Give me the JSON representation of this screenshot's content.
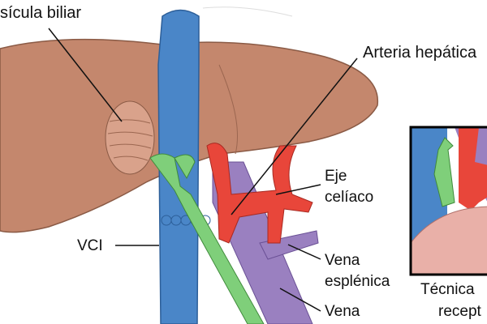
{
  "labels": {
    "gallbladder": "sícula biliar",
    "hepatic_artery": "Arteria hepática",
    "celiac_axis_1": "Eje",
    "celiac_axis_2": "celíaco",
    "ivc": "VCI",
    "splenic_vein_1": "Vena",
    "splenic_vein_2": "esplénica",
    "portal_vein": "Vena",
    "inset_caption_1": "Técnica",
    "inset_caption_2": "recept"
  },
  "colors": {
    "liver": "#c4876d",
    "ivc": "#4a86c8",
    "bile_duct": "#7fcf7a",
    "artery": "#e8463a",
    "portal_vein": "#9a80c0",
    "inset_tissue": "#e9b0a8"
  }
}
